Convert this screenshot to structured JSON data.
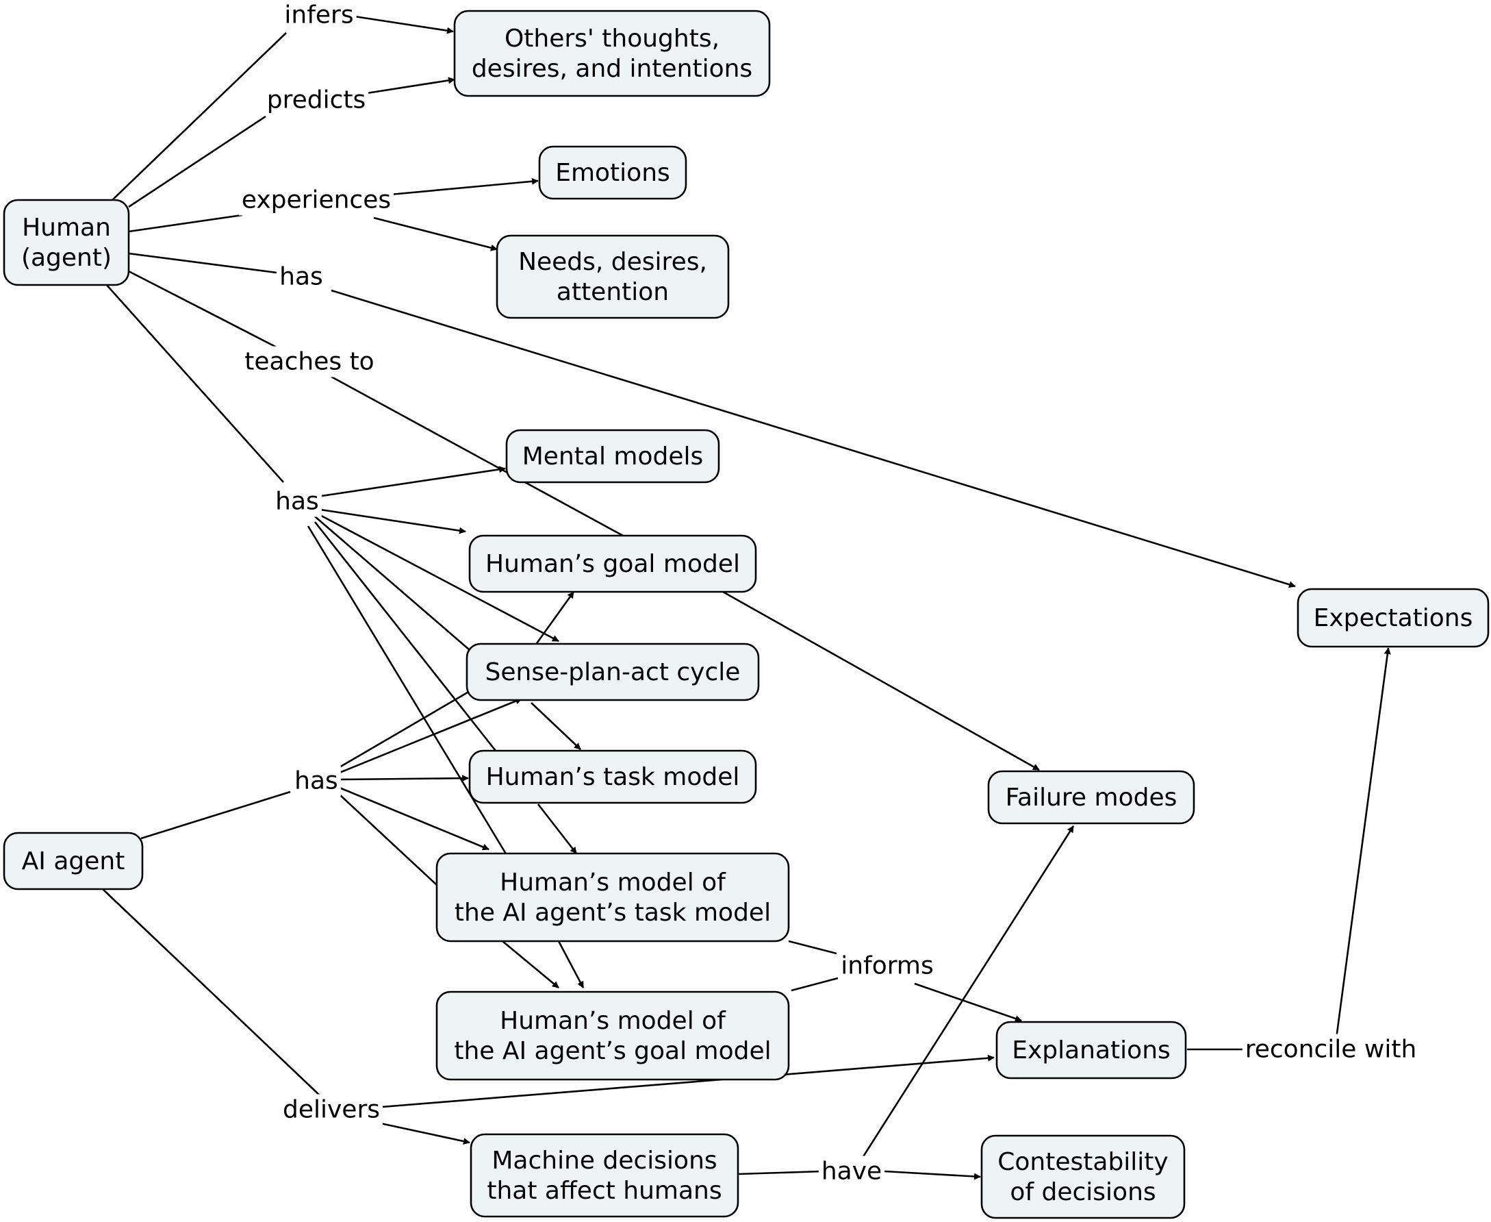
{
  "nodes": [
    {
      "id": "human",
      "label": "Human\n(agent)"
    },
    {
      "id": "others",
      "label": "Others' thoughts,\ndesires, and intentions"
    },
    {
      "id": "emotions",
      "label": "Emotions"
    },
    {
      "id": "needs",
      "label": "Needs, desires,\nattention"
    },
    {
      "id": "mental",
      "label": "Mental models"
    },
    {
      "id": "goal",
      "label": "Human’s goal model"
    },
    {
      "id": "spa",
      "label": "Sense-plan-act cycle"
    },
    {
      "id": "task",
      "label": "Human’s task model"
    },
    {
      "id": "mtask",
      "label": "Human’s model of\nthe AI agent’s task model"
    },
    {
      "id": "mgoal",
      "label": "Human’s model of\nthe AI agent’s goal model"
    },
    {
      "id": "ai",
      "label": "AI agent"
    },
    {
      "id": "machine",
      "label": "Machine decisions\nthat affect humans"
    },
    {
      "id": "contest",
      "label": "Contestability\nof decisions"
    },
    {
      "id": "expl",
      "label": "Explanations"
    },
    {
      "id": "failure",
      "label": "Failure modes"
    },
    {
      "id": "expect",
      "label": "Expectations"
    }
  ],
  "links": [
    {
      "id": "infers",
      "label": "infers"
    },
    {
      "id": "predicts",
      "label": "predicts"
    },
    {
      "id": "experiences",
      "label": "experiences"
    },
    {
      "id": "has_expect",
      "label": "has"
    },
    {
      "id": "teaches",
      "label": "teaches to"
    },
    {
      "id": "has_human",
      "label": "has"
    },
    {
      "id": "has_ai",
      "label": "has"
    },
    {
      "id": "informs",
      "label": "informs"
    },
    {
      "id": "delivers",
      "label": "delivers"
    },
    {
      "id": "have",
      "label": "have"
    },
    {
      "id": "reconcile",
      "label": "reconcile with"
    }
  ]
}
